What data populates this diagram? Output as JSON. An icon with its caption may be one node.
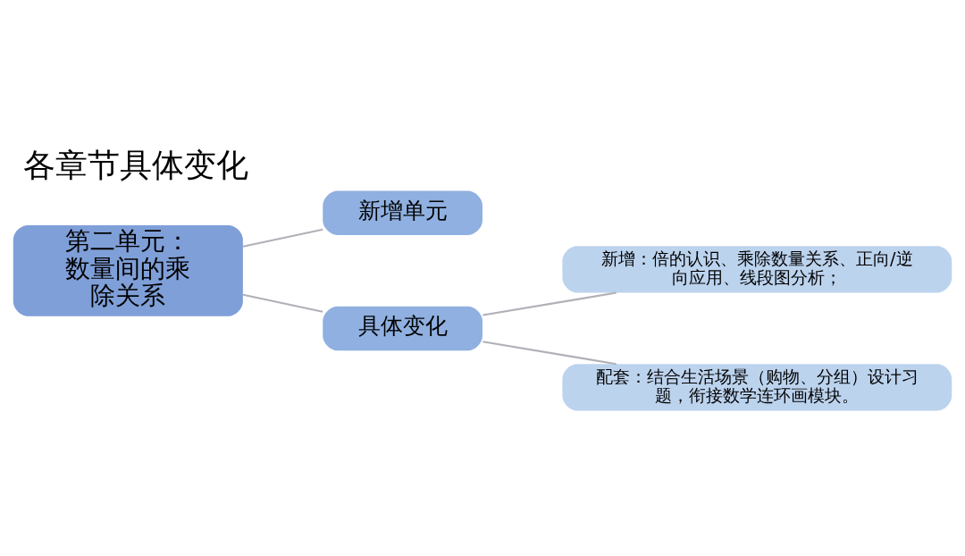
{
  "diagram": {
    "title": "各章节具体变化",
    "nodes": [
      {
        "text": [
          "第二单元：数量间的乘除关系"
        ]
      },
      {
        "text": [
          "新增单元"
        ]
      },
      {
        "text": [
          "具体变化"
        ]
      },
      {
        "text": [
          "新增：倍的认识、乘除数量关系、正向/逆向应用、线段图分析；"
        ]
      },
      {
        "text": [
          "配套：结合生活场景（购物、分组）设计习题，衔接数学连环画模块。"
        ]
      }
    ],
    "edges": [
      {
        "from": 0,
        "to": 1,
        "arrow": "none"
      },
      {
        "from": 0,
        "to": 2,
        "arrow": "none"
      },
      {
        "from": 2,
        "to": 3,
        "arrow": "none"
      },
      {
        "from": 2,
        "to": 4,
        "arrow": "none"
      }
    ]
  }
}
